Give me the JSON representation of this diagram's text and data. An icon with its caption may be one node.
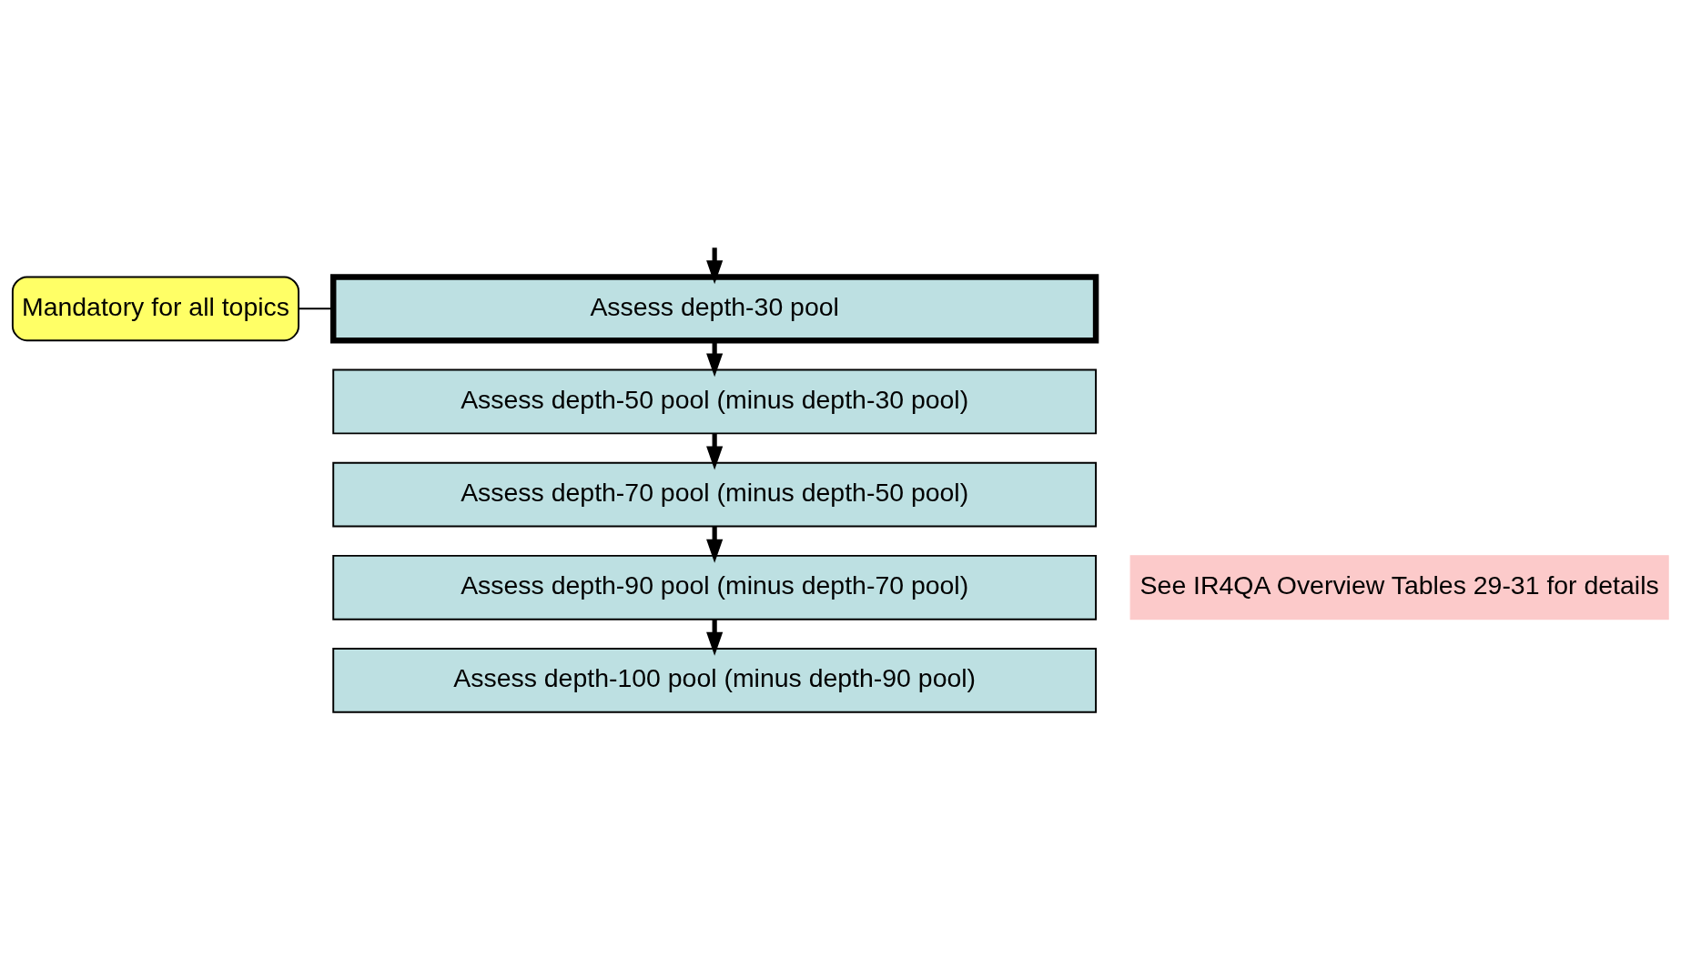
{
  "diagram": {
    "nodes": [
      {
        "text": [
          "Assess depth-30 pool"
        ]
      },
      {
        "text": [
          "Assess depth-50 pool (minus depth-30 pool)"
        ]
      },
      {
        "text": [
          "Assess depth-70 pool (minus depth-50 pool)"
        ]
      },
      {
        "text": [
          "Assess depth-90 pool (minus depth-70 pool)"
        ]
      },
      {
        "text": [
          "Assess depth-100 pool (minus depth-90 pool)"
        ]
      },
      {
        "text": [
          "Mandatory for all topics"
        ]
      },
      {
        "text": [
          "See IR4QA Overview Tables 29-31 for details"
        ]
      }
    ],
    "edges": [
      {
        "from": null,
        "to": 0,
        "arrow": "to"
      },
      {
        "from": 0,
        "to": 1,
        "arrow": "to"
      },
      {
        "from": 1,
        "to": 2,
        "arrow": "to"
      },
      {
        "from": 2,
        "to": 3,
        "arrow": "to"
      },
      {
        "from": 3,
        "to": 4,
        "arrow": "to"
      },
      {
        "from": 5,
        "to": 0,
        "arrow": "none"
      }
    ]
  }
}
